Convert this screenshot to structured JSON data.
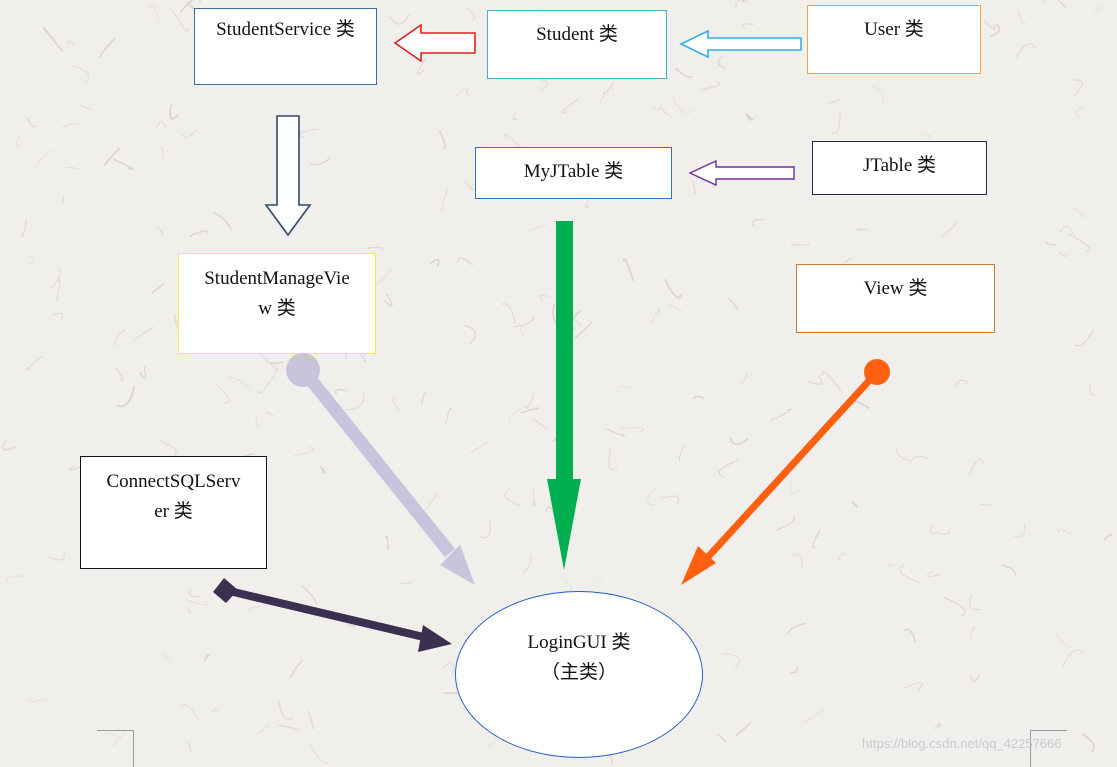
{
  "nodes": {
    "student_service": "StudentService 类",
    "student": "Student 类",
    "user": "User 类",
    "my_jtable": "MyJTable 类",
    "jtable": "JTable 类",
    "student_manage_view_line1": "StudentManageVie",
    "student_manage_view_line2": "w 类",
    "view": "View 类",
    "connect_sql_line1": "ConnectSQLServ",
    "connect_sql_line2": "er 类",
    "login_gui_line1": "LoginGUI 类",
    "login_gui_line2": "（主类）"
  },
  "colors": {
    "student_service_border": "#3a6e9e",
    "student_border": "#3fb0d0",
    "user_border": "#f0a050",
    "my_jtable_border": "#2e75b6",
    "jtable_border": "#1f2a44",
    "student_manage_view_border": "#f5ee3a",
    "view_border": "#d07a30",
    "connect_sql_border": "#111111",
    "login_gui_border": "#2a5cc0",
    "arrow_red": "#e02020",
    "arrow_cyan": "#30b0e0",
    "arrow_purple": "#7030a0",
    "arrow_navy": "#2e4a6e",
    "arrow_lavender": "#c8c4dc",
    "arrow_green": "#00b050",
    "arrow_orange": "#ff6010",
    "arrow_dark": "#3a3050"
  },
  "watermark": "https://blog.csdn.net/qq_42257666"
}
